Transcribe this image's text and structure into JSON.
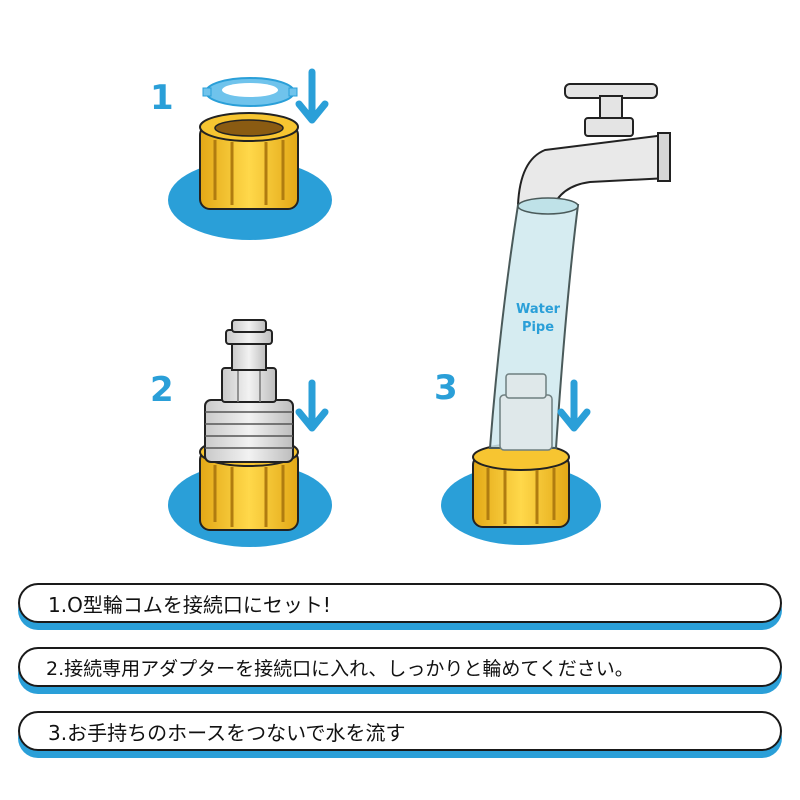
{
  "steps": [
    {
      "number": "1",
      "text": "1.O型輪コムを接続口にセット!"
    },
    {
      "number": "2",
      "text": "2.接続専用アダプターを接続口に入れ、しっかりと輪めてください。"
    },
    {
      "number": "3",
      "text": "3.お手持ちのホースをつないで水を流す"
    }
  ],
  "pipe_label": {
    "line1": "Water",
    "line2": "Pipe"
  },
  "colors": {
    "accent_blue": "#2a9fd8",
    "connector_yellow": "#f7c531",
    "ring_blue": "#6fc3ec",
    "pipe_tint": "#cfe9ee"
  },
  "icons": [
    "o-ring-icon",
    "down-arrow-icon",
    "connector-icon",
    "adapter-icon",
    "faucet-icon",
    "water-pipe-icon"
  ]
}
